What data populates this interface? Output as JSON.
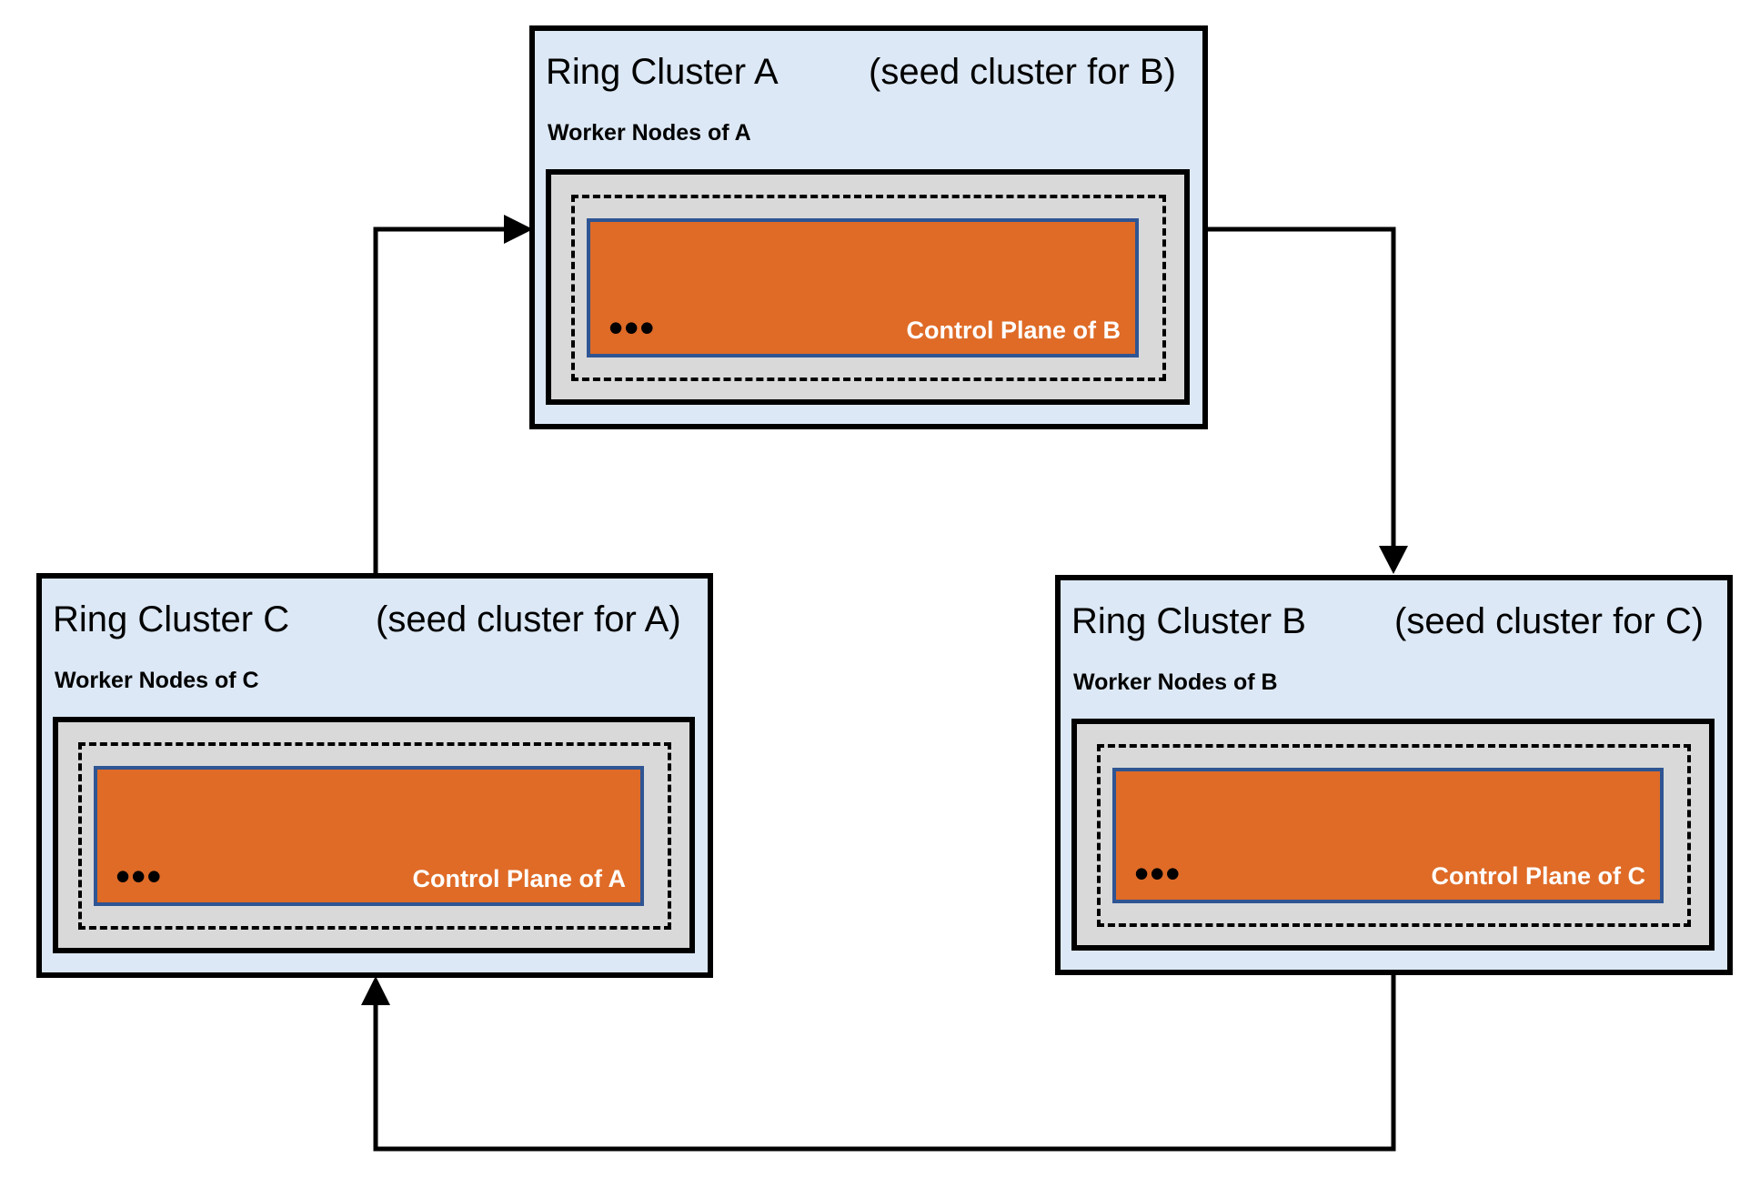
{
  "colors": {
    "page_bg": "#ffffff",
    "cluster_fill": "#dce8f5",
    "worker_fill": "#d9d9d9",
    "control_plane_fill": "#df6b27",
    "control_plane_border": "#2f5593",
    "line": "#000000",
    "text": "#000000",
    "control_plane_text": "#ffffff"
  },
  "clusters": [
    {
      "name": "Ring Cluster A",
      "seed_note": "(seed cluster for B)",
      "worker_label": "Worker Nodes of A",
      "ellipsis": "•••",
      "control_plane_label": "Control Plane of B"
    },
    {
      "name": "Ring Cluster C",
      "seed_note": "(seed cluster for A)",
      "worker_label": "Worker Nodes of C",
      "ellipsis": "•••",
      "control_plane_label": "Control Plane of A"
    },
    {
      "name": "Ring Cluster B",
      "seed_note": "(seed cluster for C)",
      "worker_label": "Worker Nodes of B",
      "ellipsis": "•••",
      "control_plane_label": "Control Plane of C"
    }
  ],
  "arrows": [
    {
      "from": "Ring Cluster A",
      "to": "Ring Cluster B"
    },
    {
      "from": "Ring Cluster B",
      "to": "Ring Cluster C"
    },
    {
      "from": "Ring Cluster C",
      "to": "Ring Cluster A"
    }
  ]
}
